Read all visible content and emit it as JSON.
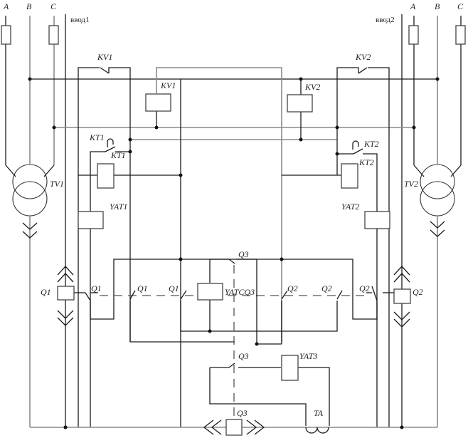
{
  "diagram": {
    "title": "Automatic transfer switch (ATS) control schematic",
    "input1": {
      "label": "ввод1",
      "phases": [
        "A",
        "B",
        "C"
      ],
      "transformer": "TV1",
      "breaker": "Q1",
      "release_coil": "YAT1",
      "timer_relay": "KT1",
      "voltage_relay": "KV1"
    },
    "input2": {
      "label": "ввод2",
      "phases": [
        "A",
        "B",
        "C"
      ],
      "transformer": "TV2",
      "breaker": "Q2",
      "release_coil": "YAT2",
      "timer_relay": "KT2",
      "voltage_relay": "KV2"
    },
    "tie": {
      "breaker": "Q3",
      "close_coil": "YATCQ3",
      "release_coil": "YAT3",
      "current_transformer": "TA"
    },
    "labels": {
      "phase_a_1": "A",
      "phase_b_1": "B",
      "phase_c_1": "C",
      "phase_a_2": "A",
      "phase_b_2": "B",
      "phase_c_2": "C",
      "input1": "ввод1",
      "input2": "ввод2",
      "kv1_contact": "KV1",
      "kv2_contact": "KV2",
      "kv1_coil": "KV1",
      "kv2_coil": "KV2",
      "kt1_contact": "KT1",
      "kt1_coil": "KT1",
      "kt2_contact": "KT2",
      "kt2_coil": "KT2",
      "tv1": "TV1",
      "tv2": "TV2",
      "yat1": "YAT1",
      "yat2": "YAT2",
      "q1_breaker": "Q1",
      "q1_c1": "Q1",
      "q1_c2": "Q1",
      "q1_c3": "Q1",
      "q2_breaker": "Q2",
      "q2_c1": "Q2",
      "q2_c2": "Q2",
      "q2_c3": "Q2",
      "q3_top": "Q3",
      "yatcq3": "YATCQ3",
      "q3_mid": "Q3",
      "q3_bottom": "Q3",
      "yat3": "YAT3",
      "ta": "TA"
    }
  }
}
